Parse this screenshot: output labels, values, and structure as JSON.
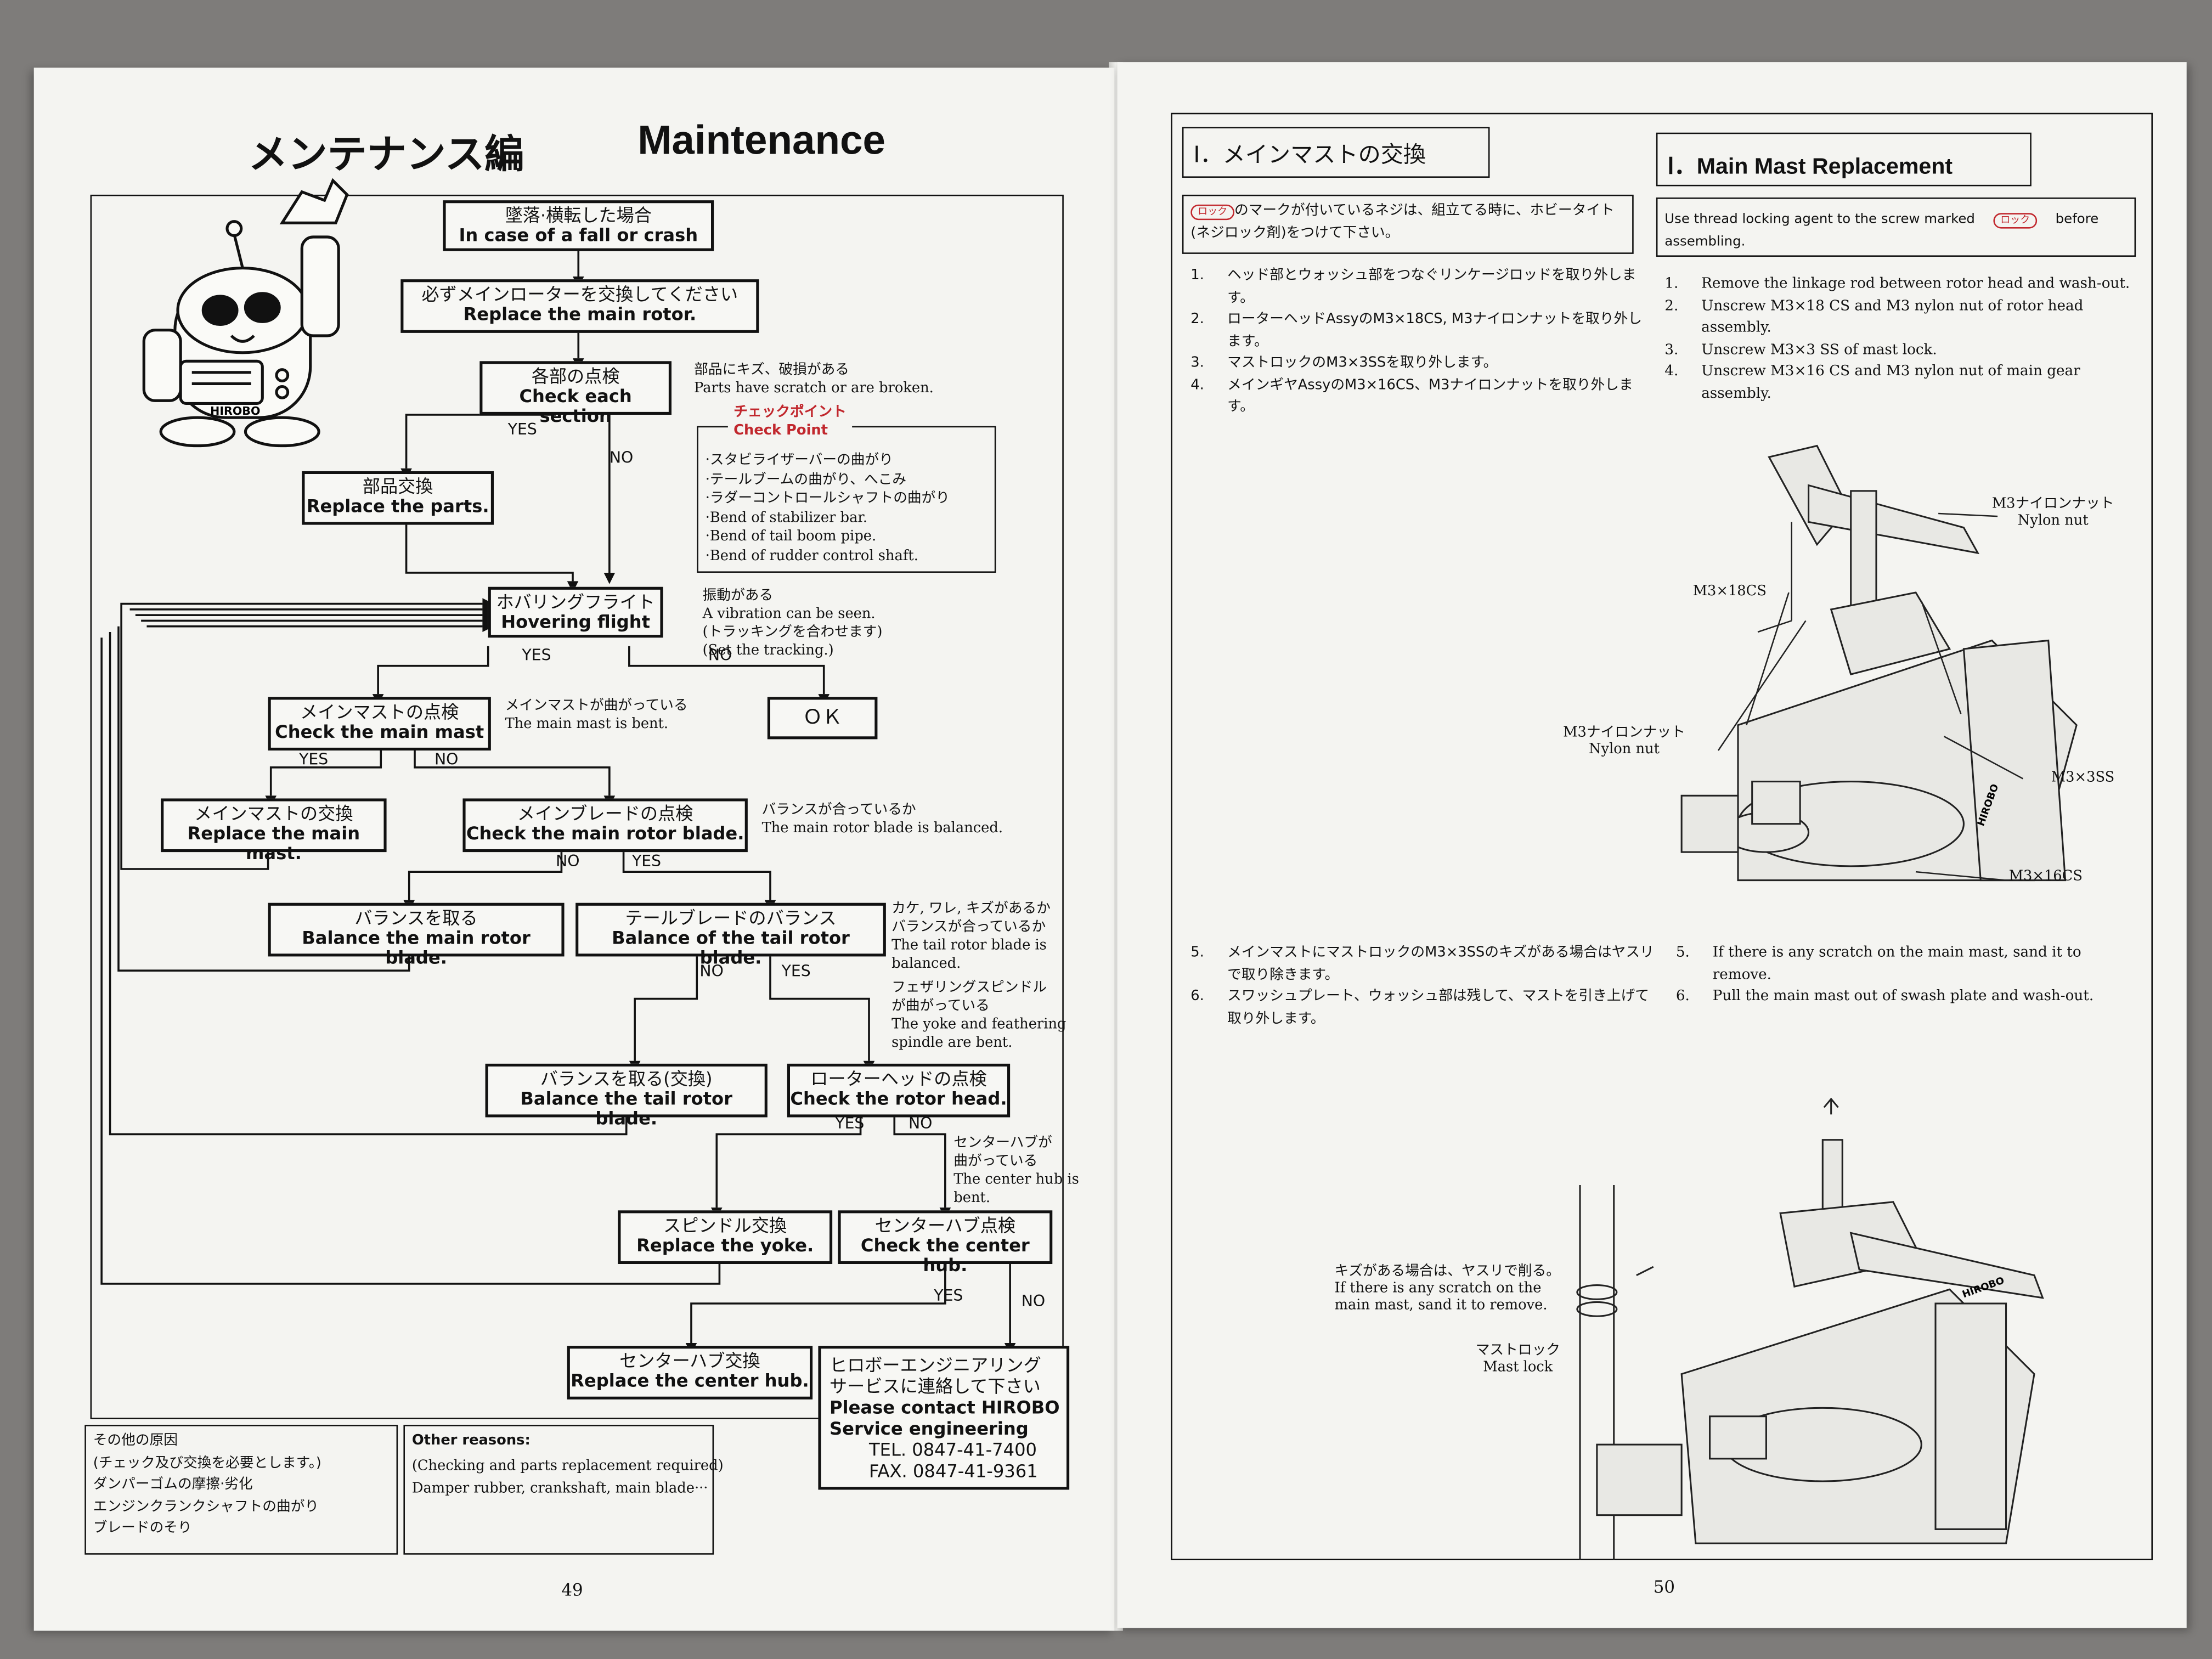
{
  "left": {
    "title_jp": "メンテナンス編",
    "title_en": "Maintenance",
    "page_number": "49",
    "flow": {
      "fall_jp": "墜落·横転した場合",
      "fall_en": "In case of a fall or crash",
      "rotor_jp": "必ずメインローターを交換してください",
      "rotor_en": "Replace the main rotor.",
      "each_jp": "各部の点検",
      "each_en": "Check each section",
      "scratch_note": "部品にキズ、破損がある\nParts have scratch or are broken.",
      "checkpoint_jp": "チェックポイント",
      "checkpoint_en": "Check Point",
      "checkpoint_items": [
        "スタビライザーバーの曲がり",
        "テールブームの曲がり、へこみ",
        "ラダーコントロールシャフトの曲がり",
        "Bend of stabilizer bar.",
        "Bend of tail boom pipe.",
        "Bend of rudder control shaft."
      ],
      "parts_jp": "部品交換",
      "parts_en": "Replace the parts.",
      "hover_jp": "ホバリングフライト",
      "hover_en": "Hovering flight",
      "vibration_note": "振動がある\nA vibration can be seen.\n(トラッキングを合わせます)\n(Set the tracking.)",
      "ok": "ＯＫ",
      "mast_check_jp": "メインマストの点検",
      "mast_check_en": "Check the main mast",
      "mast_bent_note": "メインマストが曲がっている\nThe main mast is bent.",
      "mast_replace_jp": "メインマストの交換",
      "mast_replace_en": "Replace the main mast.",
      "blade_check_jp": "メインブレードの点検",
      "blade_check_en": "Check the main rotor blade.",
      "balanced_note": "バランスが合っているか\nThe main rotor blade is balanced.",
      "balance_main_jp": "バランスを取る",
      "balance_main_en": "Balance the main rotor blade.",
      "tail_balance_jp": "テールブレードのバランス",
      "tail_balance_en": "Balance of the tail rotor blade.",
      "tail_note": "カケ, ワレ, キズがあるか\nバランスが合っているか\nThe tail rotor blade is\nbalanced.",
      "yoke_note": "フェザリングスピンドル\nが曲がっている\nThe yoke and feathering\nspindle are bent.",
      "balance_tail_jp": "バランスを取る(交換)",
      "balance_tail_en": "Balance the tail rotor blade.",
      "head_check_jp": "ローターヘッドの点検",
      "head_check_en": "Check the rotor head.",
      "hub_note": "センターハブが\n曲がっている\nThe center hub is\nbent.",
      "spindle_jp": "スピンドル交換",
      "spindle_en": "Replace the yoke.",
      "hub_check_jp": "センターハブ点検",
      "hub_check_en": "Check the center hub.",
      "hub_replace_jp": "センターハブ交換",
      "hub_replace_en": "Replace the center hub.",
      "contact_jp1": "ヒロボーエンジニアリング",
      "contact_jp2": "サービスに連絡して下さい",
      "contact_en1": "Please contact HIROBO",
      "contact_en2": "Service engineering",
      "tel": "TEL. 0847-41-7400",
      "fax": "FAX. 0847-41-9361",
      "yes": "YES",
      "no": "NO"
    },
    "other_jp": "その他の原因\n(チェック及び交換を必要とします。)\nダンパーゴムの摩擦·劣化\nエンジンクランクシャフトの曲がり\nブレードのそり",
    "other_en_title": "Other reasons:",
    "other_en": "(Checking and parts replacement required)\nDamper rubber, crankshaft, main blade···",
    "mascot_brand": "HIROBO"
  },
  "right": {
    "title_jp": "Ⅰ．メインマストの交換",
    "title_en": "Ⅰ．Main Mast Replacement",
    "lock_jp": "のマークが付いているネジは、組立てる時に、ホビータイト(ネジロック剤)をつけて下さい。",
    "lock_en_a": "Use thread locking agent to the screw marked",
    "lock_en_b": "before",
    "lock_en_c": "assembling.",
    "lock_mark": "ロック",
    "steps_jp": [
      "ヘッド部とウォッシュ部をつなぐリンケージロッドを取り外します。",
      "ローターヘッドAssyのM3×18CS, M3ナイロンナットを取り外します。",
      "マストロックのM3×3SSを取り外します。",
      "メインギヤAssyのM3×16CS、M3ナイロンナットを取り外します。"
    ],
    "steps_en": [
      "Remove the linkage rod between rotor head and wash-out.",
      "Unscrew M3×18 CS and M3 nylon nut of rotor head assembly.",
      "Unscrew M3×3 SS of mast lock.",
      "Unscrew M3×16 CS and M3 nylon nut of main gear assembly."
    ],
    "steps2_jp": [
      "メインマストにマストロックのM3×3SSのキズがある場合はヤスリで取り除きます。",
      "スワッシュプレート、ウォッシュ部は残して、マストを引き上げて取り外します。"
    ],
    "steps2_en": [
      "If there is any scratch on the main mast, sand it to remove.",
      "Pull the main mast out of swash plate and wash-out."
    ],
    "labels": {
      "nylon_nut_top": "M3ナイロンナット\nNylon nut",
      "m3x18": "M3×18CS",
      "nylon_nut_left": "M3ナイロンナット\nNylon nut",
      "m3x3": "M3×3SS",
      "m3x16": "M3×16CS",
      "scratch": "キズがある場合は、ヤスリで削る。\nIf there is any scratch on the\nmain mast, sand it to remove.",
      "mast_lock": "マストロック\nMast lock",
      "frame_brand": "HIROBO"
    },
    "page_number": "50"
  }
}
